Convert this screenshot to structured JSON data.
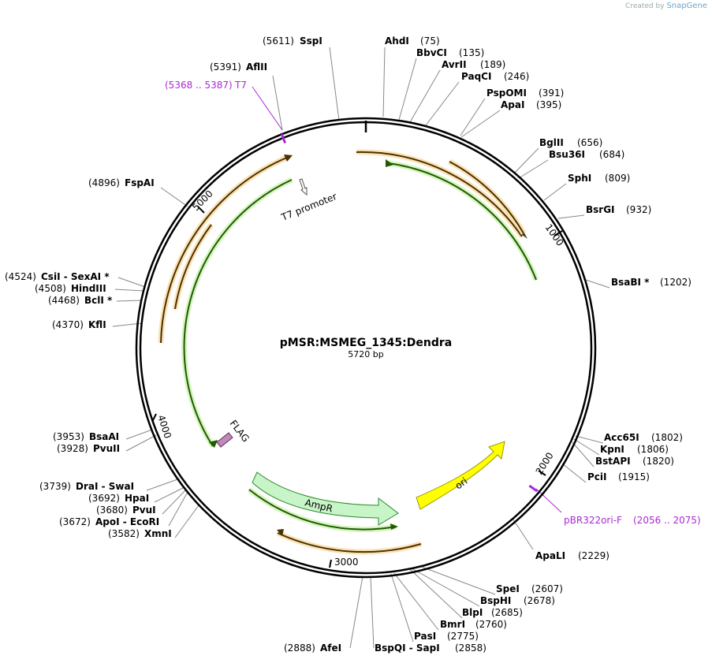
{
  "watermark": {
    "created_by": "Created by",
    "brand": "SnapGene"
  },
  "plasmid": {
    "name": "pMSR:MSMEG_1345:Dendra",
    "length_label": "5720 bp"
  },
  "ticks": [
    "1000",
    "2000",
    "3000",
    "4000",
    "5000"
  ],
  "features": {
    "t7_promoter": "T7 promoter",
    "flag": "FLAG",
    "ampr": "AmpR",
    "ori": "ori"
  },
  "primers": [
    {
      "name": "T7",
      "range": "(5368 .. 5387)"
    },
    {
      "name": "pBR322ori-F",
      "range": "(2056 .. 2075)"
    }
  ],
  "sites": [
    {
      "name": "SspI",
      "pos": "(5611)"
    },
    {
      "name": "AhdI",
      "pos": "(75)"
    },
    {
      "name": "BbvCI",
      "pos": "(135)"
    },
    {
      "name": "AvrII",
      "pos": "(189)"
    },
    {
      "name": "PaqCI",
      "pos": "(246)"
    },
    {
      "name": "PspOMI",
      "pos": "(391)"
    },
    {
      "name": "ApaI",
      "pos": "(395)"
    },
    {
      "name": "BglII",
      "pos": "(656)"
    },
    {
      "name": "Bsu36I",
      "pos": "(684)"
    },
    {
      "name": "SphI",
      "pos": "(809)"
    },
    {
      "name": "BsrGI",
      "pos": "(932)"
    },
    {
      "name": "BsaBI *",
      "pos": "(1202)"
    },
    {
      "name": "Acc65I",
      "pos": "(1802)"
    },
    {
      "name": "KpnI",
      "pos": "(1806)"
    },
    {
      "name": "BstAPI",
      "pos": "(1820)"
    },
    {
      "name": "PciI",
      "pos": "(1915)"
    },
    {
      "name": "ApaLI",
      "pos": "(2229)"
    },
    {
      "name": "SpeI",
      "pos": "(2607)"
    },
    {
      "name": "BspHI",
      "pos": "(2678)"
    },
    {
      "name": "BlpI",
      "pos": "(2685)"
    },
    {
      "name": "BmrI",
      "pos": "(2760)"
    },
    {
      "name": "PasI",
      "pos": "(2775)"
    },
    {
      "name": "BspQI - SapI",
      "pos": "(2858)"
    },
    {
      "name": "AfeI",
      "pos": "(2888)"
    },
    {
      "name": "XmnI",
      "pos": "(3582)"
    },
    {
      "name": "ApoI - EcoRI",
      "pos": "(3672)"
    },
    {
      "name": "PvuI",
      "pos": "(3680)"
    },
    {
      "name": "HpaI",
      "pos": "(3692)"
    },
    {
      "name": "DraI - SwaI",
      "pos": "(3739)"
    },
    {
      "name": "PvuII",
      "pos": "(3928)"
    },
    {
      "name": "BsaAI",
      "pos": "(3953)"
    },
    {
      "name": "KflI",
      "pos": "(4370)"
    },
    {
      "name": "BclI *",
      "pos": "(4468)"
    },
    {
      "name": "HindIII",
      "pos": "(4508)"
    },
    {
      "name": "CsiI - SexAI *",
      "pos": "(4524)"
    },
    {
      "name": "FspAI",
      "pos": "(4896)"
    },
    {
      "name": "AflII",
      "pos": "(5391)"
    }
  ],
  "colors": {
    "backbone": "#000000",
    "orf_orange": "#f4a93b",
    "orf_green": "#9ee06e",
    "ampr_fill": "#c8f5c8",
    "ori_fill": "#ffff00",
    "primer": "#a92ad1",
    "flag_fill": "#c08ab8"
  }
}
